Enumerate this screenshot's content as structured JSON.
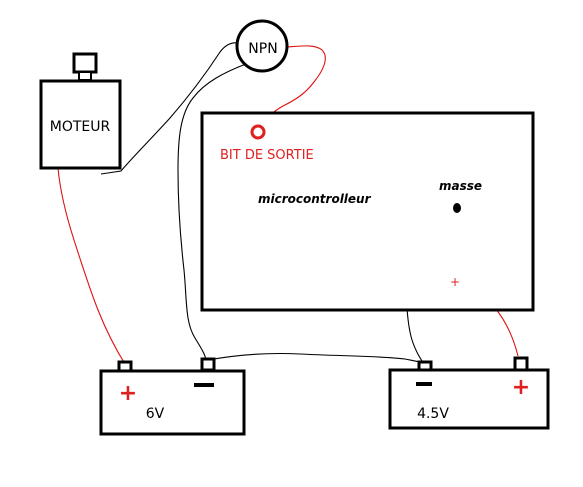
{
  "components": {
    "motor": {
      "label": "MOTEUR"
    },
    "transistor": {
      "label": "NPN"
    },
    "microcontroller": {
      "label": "microcontrolleur",
      "output_pin_label": "BIT DE SORTIE",
      "ground_label": "masse",
      "plus_sign": "+"
    },
    "battery_left": {
      "label": "6V",
      "plus": "+",
      "minus": "−"
    },
    "battery_right": {
      "label": "4.5V",
      "plus": "+",
      "minus": "−"
    }
  },
  "colors": {
    "wire_black": "#000000",
    "wire_red": "#e01010",
    "terminal_red": "#e02020",
    "label_red": "#e02020"
  }
}
